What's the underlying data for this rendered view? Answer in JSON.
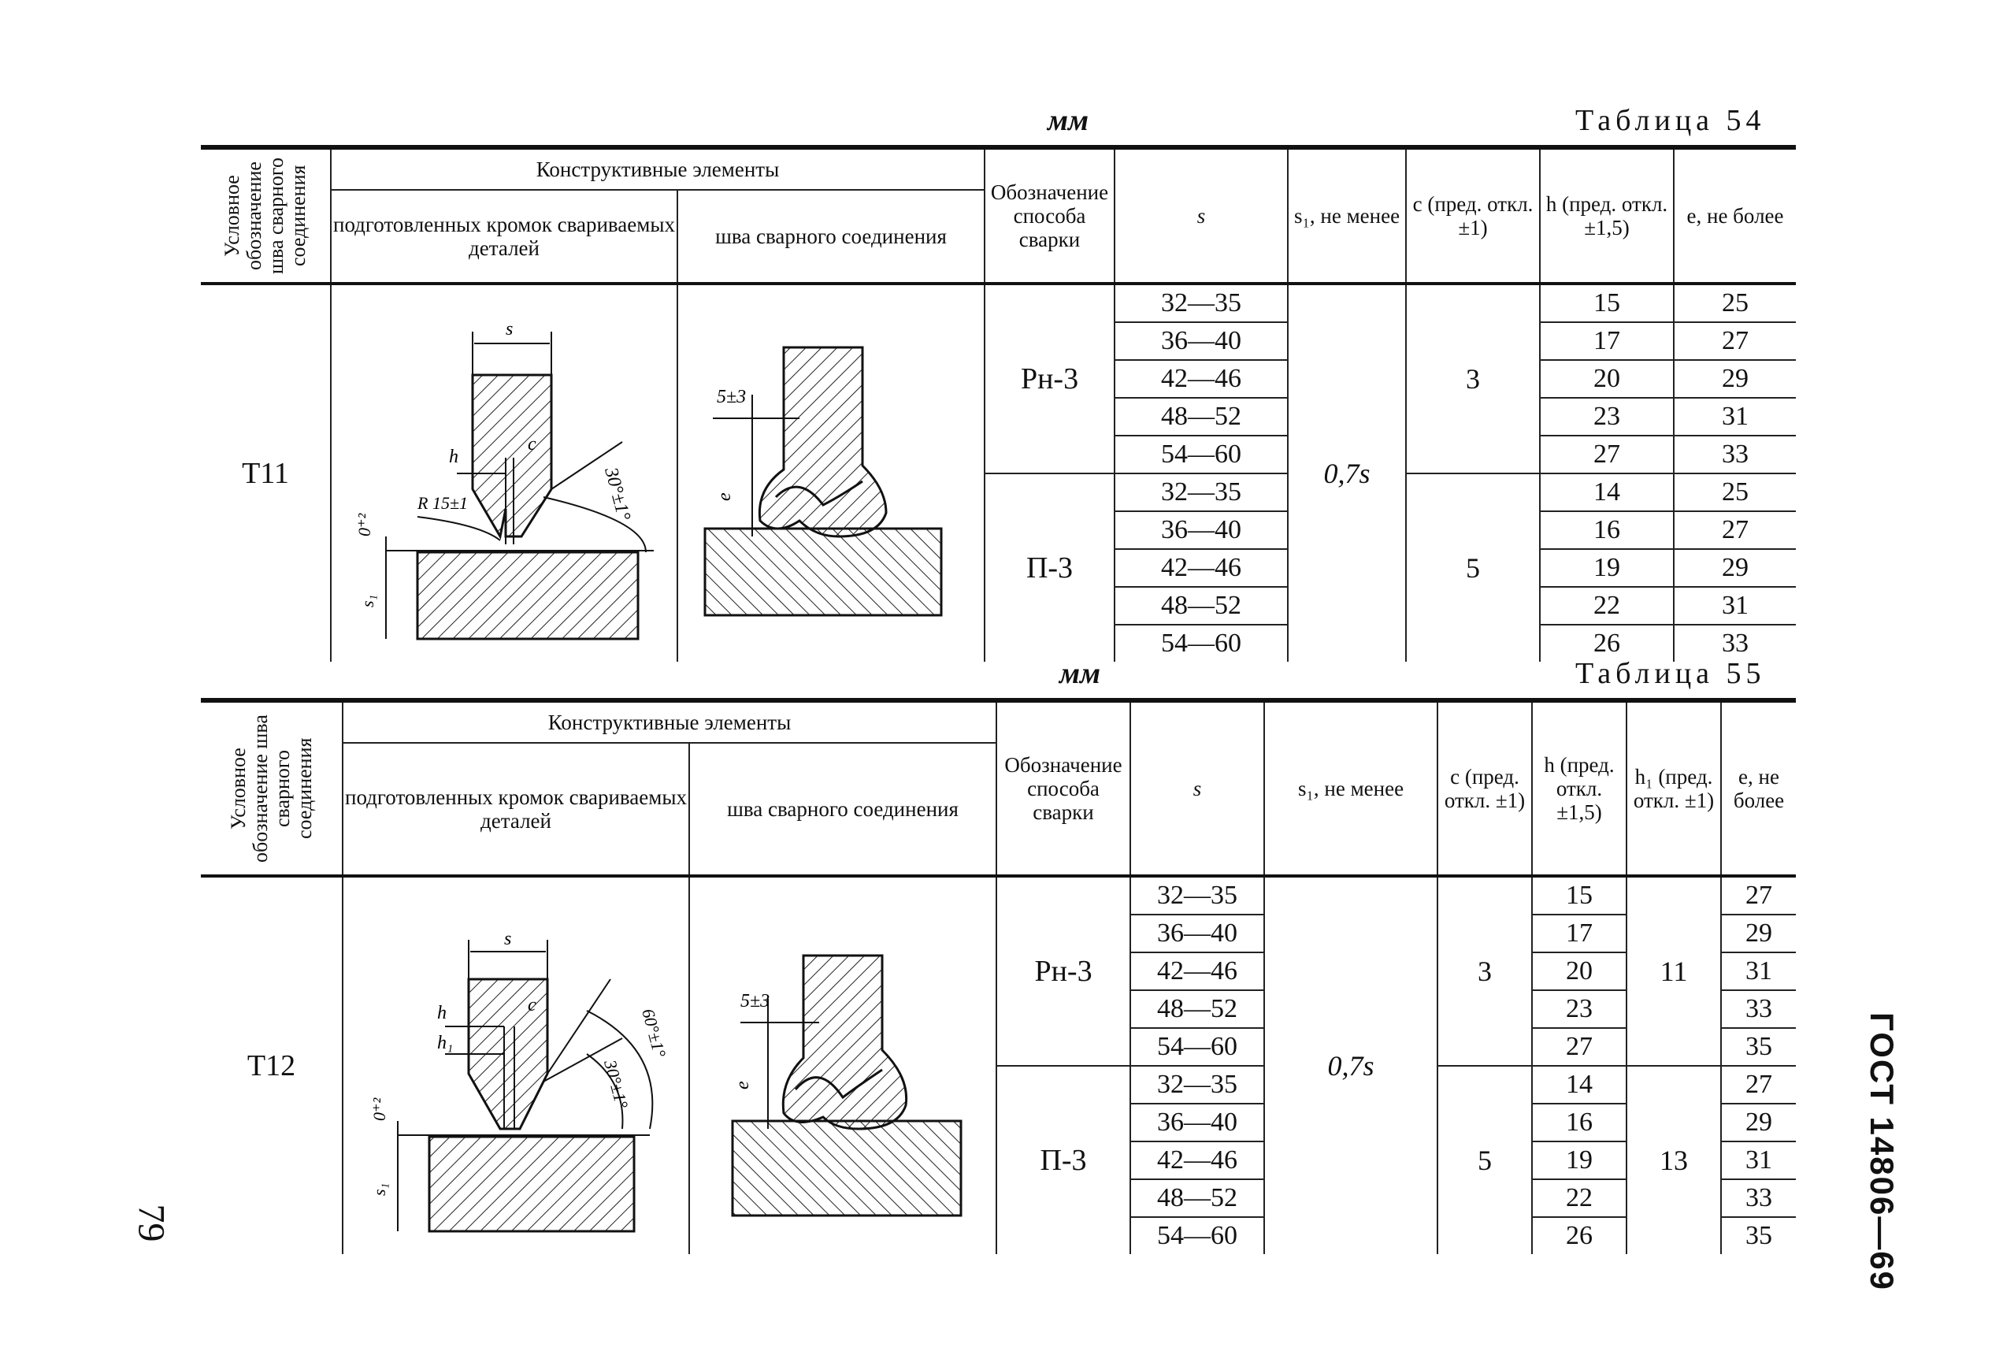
{
  "units": "мм",
  "side_label": "ГОСТ 14806—69",
  "page_number": "79",
  "tables": [
    {
      "title": "Таблица 54",
      "headers": {
        "symbol": "Условное обозначение шва сварного соединения",
        "elements": "Конструктивные элементы",
        "prepared": "подготовленных кромок свариваемых деталей",
        "seam": "шва сварного соединения",
        "method": "Обозначение способа сварки",
        "s": "s",
        "s1": "s₁, не менее",
        "c": "c (пред. откл. ±1)",
        "h": "h (пред. откл. ±1,5)",
        "e": "e, не более"
      },
      "symbol": "Т11",
      "s1": "0,7s",
      "groups": [
        {
          "method": "Рн-3",
          "c": "3",
          "s": [
            "32—35",
            "36—40",
            "42—46",
            "48—52",
            "54—60"
          ],
          "h": [
            "15",
            "17",
            "20",
            "23",
            "27"
          ],
          "e": [
            "25",
            "27",
            "29",
            "31",
            "33"
          ]
        },
        {
          "method": "П-3",
          "c": "5",
          "s": [
            "32—35",
            "36—40",
            "42—46",
            "48—52",
            "54—60"
          ],
          "h": [
            "14",
            "16",
            "19",
            "22",
            "26"
          ],
          "e": [
            "25",
            "27",
            "29",
            "31",
            "33"
          ]
        }
      ],
      "diagram_labels": {
        "s": "s",
        "h": "h",
        "c": "c",
        "angle": "30°±1°",
        "radius": "R 15±1",
        "gap": "0⁺²",
        "s1": "s₁",
        "weld_gap": "5±3",
        "e": "e"
      }
    },
    {
      "title": "Таблица 55",
      "headers": {
        "symbol": "Условное обозначение шва сварного соединения",
        "elements": "Конструктивные элементы",
        "prepared": "подготовленных кромок свариваемых деталей",
        "seam": "шва сварного соединения",
        "method": "Обозначение способа сварки",
        "s": "s",
        "s1": "s₁, не менее",
        "c": "c (пред. откл. ±1)",
        "h": "h (пред. откл. ±1,5)",
        "h1": "h₁ (пред. откл. ±1)",
        "e": "e, не более"
      },
      "symbol": "Т12",
      "s1": "0,7s",
      "groups": [
        {
          "method": "Рн-3",
          "c": "3",
          "h1": "11",
          "s": [
            "32—35",
            "36—40",
            "42—46",
            "48—52",
            "54—60"
          ],
          "h": [
            "15",
            "17",
            "20",
            "23",
            "27"
          ],
          "e": [
            "27",
            "29",
            "31",
            "33",
            "35"
          ]
        },
        {
          "method": "П-3",
          "c": "5",
          "h1": "13",
          "s": [
            "32—35",
            "36—40",
            "42—46",
            "48—52",
            "54—60"
          ],
          "h": [
            "14",
            "16",
            "19",
            "22",
            "26"
          ],
          "e": [
            "27",
            "29",
            "31",
            "33",
            "35"
          ]
        }
      ],
      "diagram_labels": {
        "s": "s",
        "h": "h",
        "h1": "h₁",
        "c": "c",
        "angle1": "60°±1°",
        "angle2": "30°±1°",
        "gap": "0⁺²",
        "s1": "s₁",
        "weld_gap": "5±3",
        "e": "e"
      }
    }
  ]
}
